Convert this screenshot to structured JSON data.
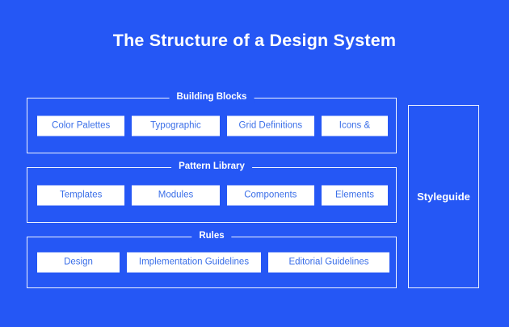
{
  "page": {
    "title": "The Structure of a Design System",
    "background_color": "#2557f5",
    "border_color": "#ffffff",
    "chip_background": "#ffffff",
    "chip_text_color": "#3b6fe8"
  },
  "groups": [
    {
      "legend": "Building Blocks",
      "items": [
        {
          "label": "Color Palettes"
        },
        {
          "label": "Typographic"
        },
        {
          "label": "Grid Definitions"
        },
        {
          "label": "Icons &"
        }
      ]
    },
    {
      "legend": "Pattern Library",
      "items": [
        {
          "label": "Templates"
        },
        {
          "label": "Modules"
        },
        {
          "label": "Components"
        },
        {
          "label": "Elements"
        }
      ]
    },
    {
      "legend": "Rules",
      "items": [
        {
          "label": "Design"
        },
        {
          "label": "Implementation Guidelines"
        },
        {
          "label": "Editorial Guidelines"
        }
      ]
    }
  ],
  "styleguide": {
    "label": "Styleguide"
  }
}
